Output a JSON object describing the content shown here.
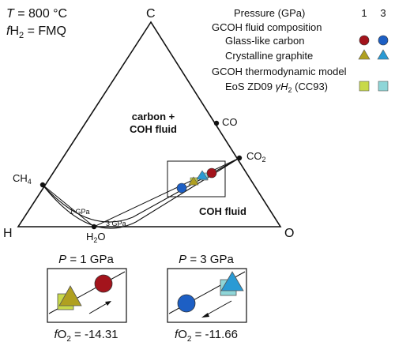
{
  "conditions": {
    "temperature": {
      "symbol": "T",
      "text": " = 800 °C"
    },
    "fh2": {
      "prefix": "f",
      "base": "H",
      "sub": "2",
      "text": " = FMQ"
    }
  },
  "vertices": {
    "C": "C",
    "H": "H",
    "O": "O"
  },
  "points": {
    "co": "CO",
    "co2_base": "CO",
    "co2_sub": "2",
    "ch4_base": "CH",
    "ch4_sub": "4",
    "h2o_base": "H",
    "h2o_sub": "2",
    "h2o_tail": "O"
  },
  "fields": {
    "carbon_coh_1": "carbon +",
    "carbon_coh_2": "COH fluid",
    "coh_fluid": "COH fluid"
  },
  "curve_labels": {
    "gpa1": "1 GPa",
    "gpa3": "3 GPa"
  },
  "legend": {
    "pressure": "Pressure (GPa)",
    "p1": "1",
    "p3": "3",
    "composition_title": "GCOH fluid composition",
    "glass_carbon": "Glass-like carbon",
    "crystalline_graphite": "Crystalline graphite",
    "thermo_title": "GCOH thermodynamic model",
    "eos_prefix": "EoS ZD09 ",
    "eos_gamma": "γH",
    "eos_sub": "2",
    "eos_suffix": " (CC93)"
  },
  "insets": {
    "p1": {
      "label_sym": "P",
      "label_text": " = 1 GPa",
      "fo2_prefix": "f",
      "fo2_base": "O",
      "fo2_sub": "2",
      "fo2_value": " = -14.31"
    },
    "p3": {
      "label_sym": "P",
      "label_text": " = 3 GPa",
      "fo2_prefix": "f",
      "fo2_base": "O",
      "fo2_sub": "2",
      "fo2_value": " = -11.66"
    }
  },
  "colors": {
    "glass_1gpa": "#a3141c",
    "glass_3gpa": "#1d5fc4",
    "graphite_1gpa": "#b0a020",
    "graphite_3gpa": "#2a9ad4",
    "model_1gpa": "#c8d94a",
    "model_3gpa": "#8fd6d8"
  }
}
